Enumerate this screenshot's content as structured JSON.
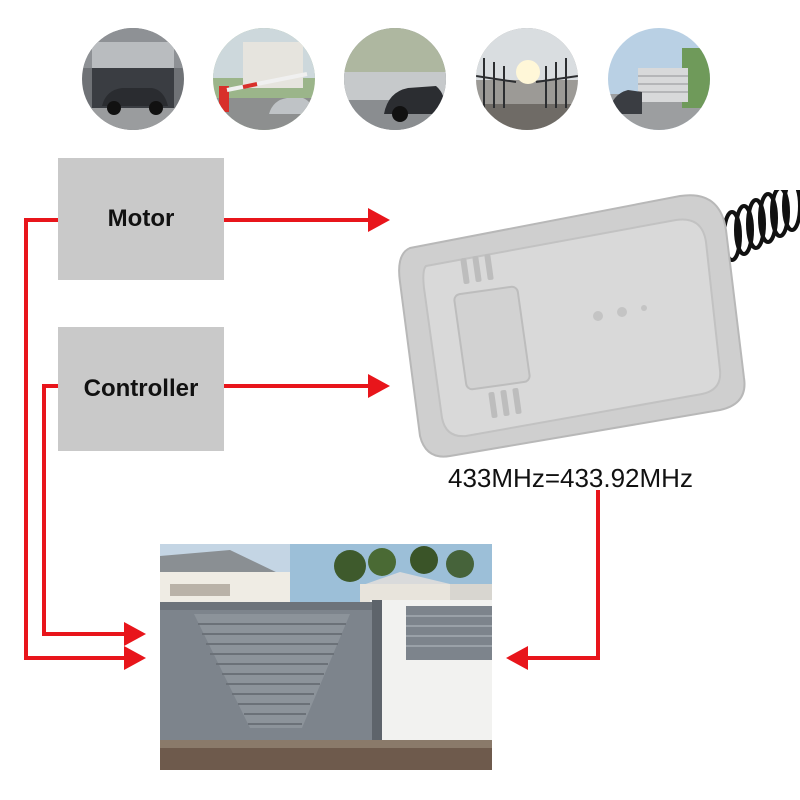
{
  "thumbnails": [
    {
      "icon": "garage-door-icon"
    },
    {
      "icon": "barrier-gate-icon"
    },
    {
      "icon": "sliding-gate-icon"
    },
    {
      "icon": "swing-gate-icon"
    },
    {
      "icon": "fence-gate-icon"
    }
  ],
  "diagram": {
    "motor_label": "Motor",
    "controller_label": "Controller",
    "frequency_label": "433MHz=433.92MHz"
  },
  "colors": {
    "arrow": "#e8151b",
    "box": "#c9c9c9",
    "receiver_body": "#cfcfcf",
    "gate": "#7d848c"
  }
}
